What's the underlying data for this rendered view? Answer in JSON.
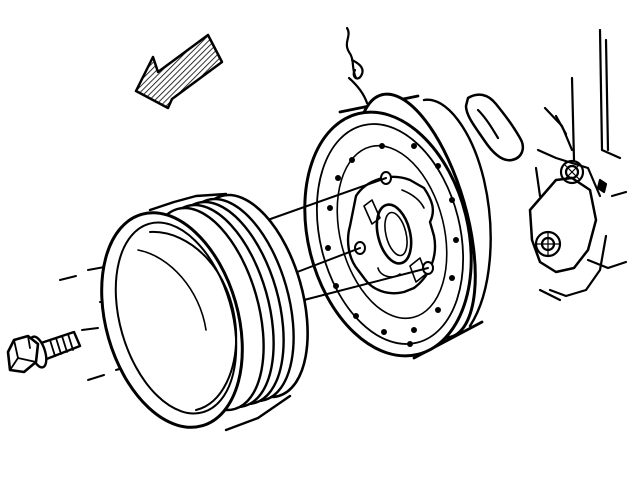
{
  "diagram": {
    "kind": "exploded-assembly-line-drawing",
    "colors": {
      "line": "#000000",
      "fill": "#ffffff",
      "hatch": "#000000"
    },
    "parts": [
      {
        "id": "crankshaft-balancer",
        "icon": "balancer-hub"
      },
      {
        "id": "crankshaft-pulley",
        "icon": "grooved-pulley"
      },
      {
        "id": "pulley-bolt",
        "icon": "hex-bolt"
      },
      {
        "id": "engine-block",
        "icon": "engine-casting"
      }
    ],
    "direction_arrow": {
      "icon": "hatched-arrow",
      "points_toward": "upper-left"
    }
  }
}
